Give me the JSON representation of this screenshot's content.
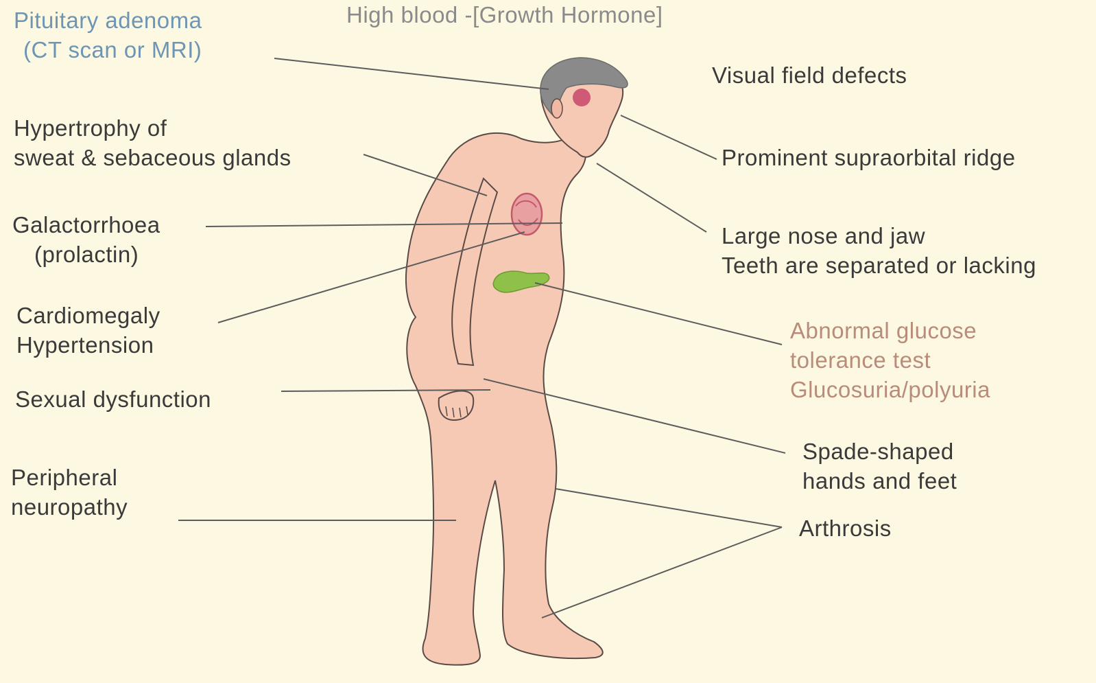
{
  "title": "High blood -[Growth Hormone]",
  "colors": {
    "background": "#fdf8e2",
    "skin": "#f6c9b4",
    "outline": "#5a4a45",
    "hair": "#8a8a8a",
    "pituitary": "#c8466a",
    "heart": "#c25a6a",
    "pancreas": "#8fc04a",
    "leader_line": "#5c5c5c"
  },
  "labels": {
    "pituitary": [
      "Pituitary adenoma",
      "(CT scan or MRI)"
    ],
    "sweat": [
      "Hypertrophy of",
      "sweat & sebaceous glands"
    ],
    "galactorrhoea": [
      "Galactorrhoea",
      "(prolactin)"
    ],
    "cardio": [
      "Cardiomegaly",
      "Hypertension"
    ],
    "sexual": [
      "Sexual dysfunction"
    ],
    "neuropathy": [
      "Peripheral",
      "neuropathy"
    ],
    "visual": [
      "Visual field defects"
    ],
    "supraorbital": [
      "Prominent supraorbital ridge"
    ],
    "nose": [
      "Large nose and jaw",
      "Teeth are separated or lacking"
    ],
    "glucose": [
      "Abnormal glucose",
      "tolerance test",
      "Glucosuria/polyuria"
    ],
    "spade": [
      "Spade-shaped",
      "hands and feet"
    ],
    "arthrosis": [
      "Arthrosis"
    ]
  }
}
